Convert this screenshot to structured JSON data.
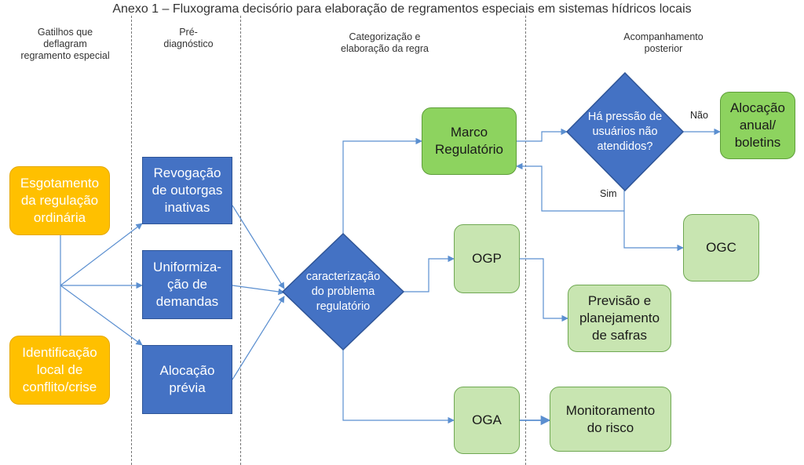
{
  "title": "Anexo 1 – Fluxograma decisório para elaboração de regramentos especiais em sistemas hídricos locais",
  "columns": [
    "Gatilhos que\ndeflagram\nregramento especial",
    "Pré-\ndiagnóstico",
    "Categorização e\nelaboração da regra",
    "Acompanhamento\nposterior"
  ],
  "triggers": [
    "Esgotamento\nda regulação\nordinária",
    "Identificação\nlocal de\nconflito/crise"
  ],
  "prediagnosis": [
    "Revogação\nde outorgas\ninativas",
    "Uniformiza-\nção de\ndemandas",
    "Alocação\nprévia"
  ],
  "decision_problem": "caracterização\ndo problema\nregulatório",
  "categories": {
    "marco": "Marco\nRegulatório",
    "ogp": "OGP",
    "oga": "OGA"
  },
  "decision_pressure": "Há pressão de\nusuários não\natendidos?",
  "edge_labels": {
    "no": "Não",
    "yes": "Sim"
  },
  "followup": {
    "alocacao": "Alocação\nanual/\nboletins",
    "ogc": "OGC",
    "previsao": "Previsão e\nplanejamento\nde safras",
    "monitoramento": "Monitoramento\ndo risco"
  },
  "colors": {
    "yellow": "#FFC000",
    "blue": "#4472C4",
    "green_dark": "#8DD35F",
    "green_light": "#C8E5B1",
    "arrow": "#5B8FD0"
  }
}
